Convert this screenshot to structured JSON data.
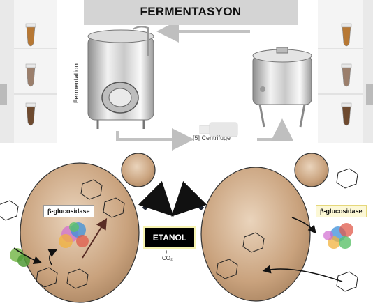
{
  "title": "FERMENTASYON",
  "fermentation_label": "Fermentation",
  "centrifuge_label": "[5] Centrifuge",
  "etanol_label": "ETANOL",
  "co2_plus": "+",
  "co2_label": "CO₂",
  "enzyme_label_left": "β-glucosidase",
  "enzyme_label_right": "β-glucosidase",
  "colors": {
    "cell": "#c8a786",
    "title_bar": "#d4d4d4",
    "etanol_bg": "#000000",
    "etanol_glow": "#f6f3b0"
  },
  "icons": [
    "test-tube-icon",
    "fermentation-tank-icon",
    "centrifuge-tank-icon",
    "glucose-ring-icon",
    "enzyme-protein-icon",
    "curved-arrow-icon"
  ]
}
